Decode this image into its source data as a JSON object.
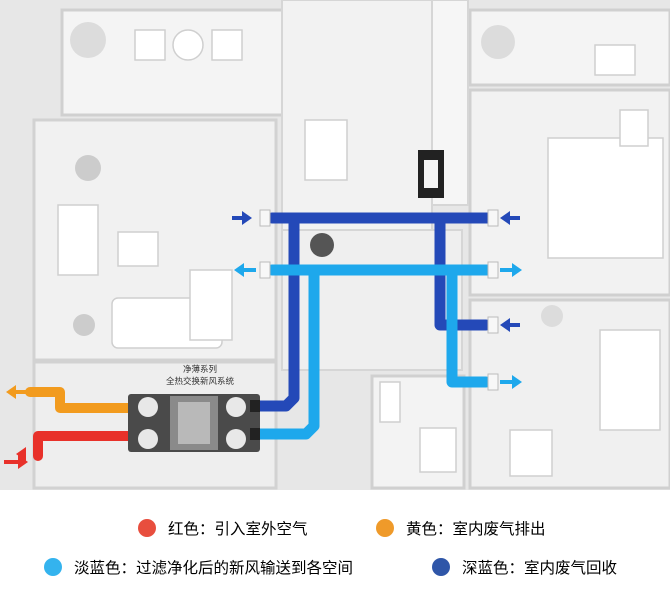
{
  "unit": {
    "name_line1": "净薄系列",
    "name_line2": "全热交换新风系统"
  },
  "legend": {
    "red": {
      "label": "红色：引入室外空气",
      "color": "#e84e3e"
    },
    "yellow": {
      "label": "黄色：室内废气排出",
      "color": "#ef9a2a"
    },
    "light_blue": {
      "label": "淡蓝色：过滤净化后的新风输送到各空间",
      "color": "#34b3ee"
    },
    "dark_blue": {
      "label": "深蓝色：室内废气回收",
      "color": "#2f56a8"
    }
  },
  "colors": {
    "red_duct": "#e8312a",
    "yellow_duct": "#f29b1e",
    "light_blue_duct": "#1ea8ec",
    "dark_blue_duct": "#2449b8"
  }
}
